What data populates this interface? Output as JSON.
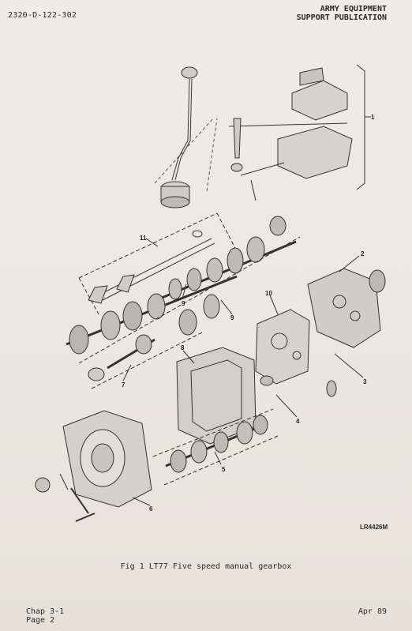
{
  "header": {
    "doc_number": "2320-D-122-302",
    "org_line1": "ARMY EQUIPMENT",
    "org_line2": "SUPPORT PUBLICATION"
  },
  "figure": {
    "code": "LR4426M",
    "caption": "Fig 1 LT77 Five speed manual gearbox",
    "callouts": [
      "1",
      "2",
      "3",
      "4",
      "5",
      "6",
      "7",
      "8",
      "9",
      "9",
      "10",
      "11"
    ]
  },
  "footer": {
    "chapter": "Chap 3-1",
    "page": "Page 2",
    "date": "Apr 89"
  },
  "colors": {
    "paper": "#ece9e2",
    "ink": "#2a2a2a"
  }
}
